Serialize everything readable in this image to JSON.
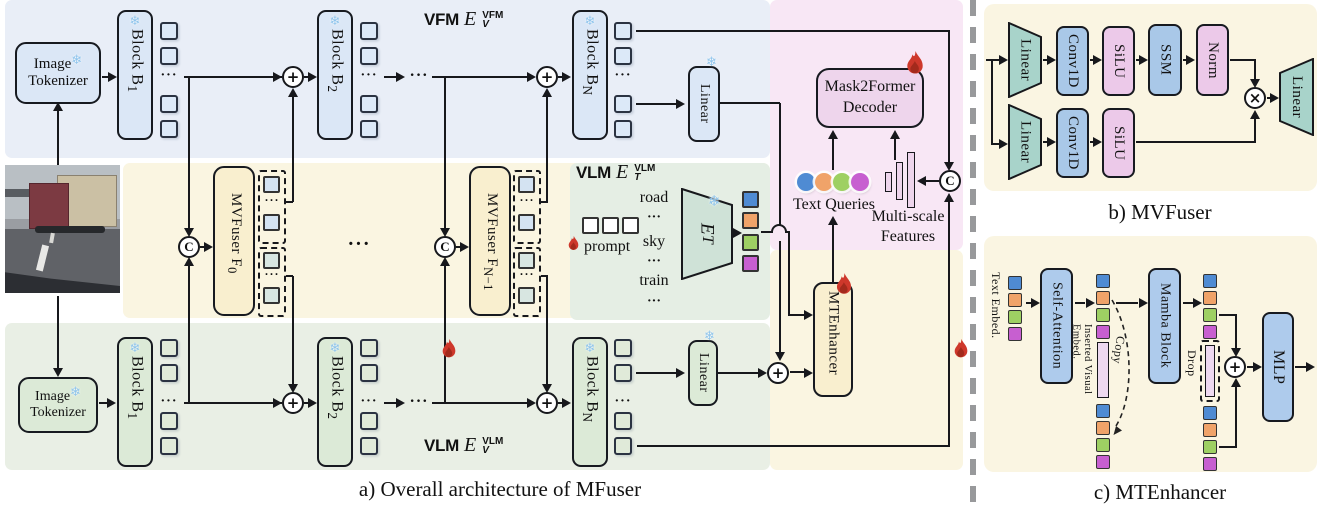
{
  "symbols": {
    "snowflake": "❄",
    "plus": "+",
    "times": "×",
    "concat": "C",
    "dots": "···"
  },
  "panel_a": {
    "caption": "a) Overall architecture of MFuser",
    "labels": {
      "vfm": {
        "tag": "VFM",
        "var": "E",
        "sup": "VFM",
        "sub": "V"
      },
      "vlm_text": {
        "tag": "VLM",
        "var": "E",
        "sup": "VLM",
        "sub": "T"
      },
      "vlm_visual": {
        "tag": "VLM",
        "var": "E",
        "sup": "VLM",
        "sub": "V"
      }
    },
    "image_tokenizer": {
      "line1": "Image",
      "line2": "Tokenizer"
    },
    "blocks": {
      "label": "Block B",
      "sub_1": "1",
      "sub_2": "2",
      "sub_n": "N"
    },
    "mvfuser": {
      "label": "MVFuser F",
      "sub_0": "0",
      "sub_n": "N−1"
    },
    "linear_label": "Linear",
    "text_encoder": {
      "var": "E",
      "sub": "T"
    },
    "prompt_label": "prompt",
    "class_list": [
      "road",
      "···",
      "sky",
      "···",
      "train",
      "···"
    ],
    "mask2former": {
      "line1": "Mask2Former",
      "line2": "Decoder"
    },
    "text_queries_label": "Text Queries",
    "multiscale": {
      "line1": "Multi-scale",
      "line2": "Features"
    },
    "mtenhancer_label": "MTEnhancer"
  },
  "panel_b": {
    "caption": "b) MVFuser",
    "linear": "Linear",
    "conv1d": "Conv1D",
    "silu": "SiLU",
    "ssm": "SSM",
    "norm": "Norm"
  },
  "panel_c": {
    "caption": "c) MTEnhancer",
    "text_embed": "Text Embed.",
    "self_attention": "Self-Attention",
    "inserted_line1": "Inserted Visual",
    "inserted_line2": "Embed.",
    "copy": "Copy",
    "mamba": "Mamba Block",
    "drop": "Drop",
    "mlp": "MLP"
  },
  "colors": {
    "vfm_band": "#e9eef7",
    "vlm_band": "#e9efe5",
    "mid_band": "#faf5e1",
    "pink_region": "#f8e7f5",
    "vfm_box": "#dbe7f6",
    "vlm_box": "#dcead7",
    "fuser_box": "#f9efcf",
    "decoder_box": "#eed5ec",
    "token_blue": "#4f8bd3",
    "token_orange": "#f0a369",
    "token_green": "#9ed063",
    "token_purple": "#c75fd0",
    "teal_box": "#a8d3ca",
    "blue_box": "#a9c8e8",
    "pink_box": "#ecc9e9"
  }
}
